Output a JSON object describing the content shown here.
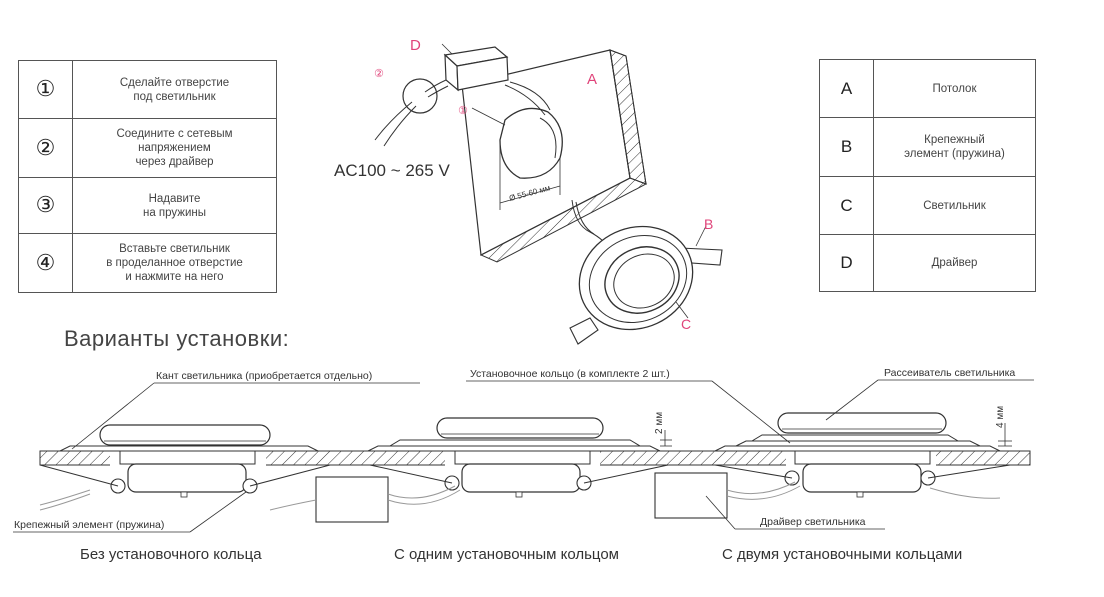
{
  "steps": [
    {
      "num": "①",
      "text": "Сделайте отверстие\nпод светильник"
    },
    {
      "num": "②",
      "text": "Соедините с сетевым\nнапряжением\nчерез драйвер"
    },
    {
      "num": "③",
      "text": "Надавите\nна пружины"
    },
    {
      "num": "④",
      "text": "Вставьте светильник\nв проделанное отверстие\nи нажмите на него"
    }
  ],
  "legend": [
    {
      "key": "A",
      "text": "Потолок"
    },
    {
      "key": "B",
      "text": "Крепежный\nэлемент (пружина)"
    },
    {
      "key": "C",
      "text": "Светильник"
    },
    {
      "key": "D",
      "text": "Драйвер"
    }
  ],
  "diagram": {
    "label_a": "A",
    "label_b": "B",
    "label_c": "C",
    "label_d": "D",
    "marker_1": "①",
    "marker_2": "②",
    "voltage": "AC100 ~ 265 V",
    "hole_size": "Ø 55-60 мм"
  },
  "section_title": "Варианты установки:",
  "callouts": {
    "rim": "Кант светильника (приобретается отдельно)",
    "ring": "Установочное кольцо (в комплекте 2 шт.)",
    "diffuser": "Рассеиватель светильника",
    "spring": "Крепежный элемент (пружина)",
    "driver": "Драйвер светильника",
    "gap_2": "2 мм",
    "gap_4": "4 мм"
  },
  "captions": {
    "no_ring": "Без установочного кольца",
    "one_ring": "С одним установочным кольцом",
    "two_rings": "С двумя установочными кольцами"
  },
  "colors": {
    "accent": "#e0447a",
    "line": "#333333"
  }
}
